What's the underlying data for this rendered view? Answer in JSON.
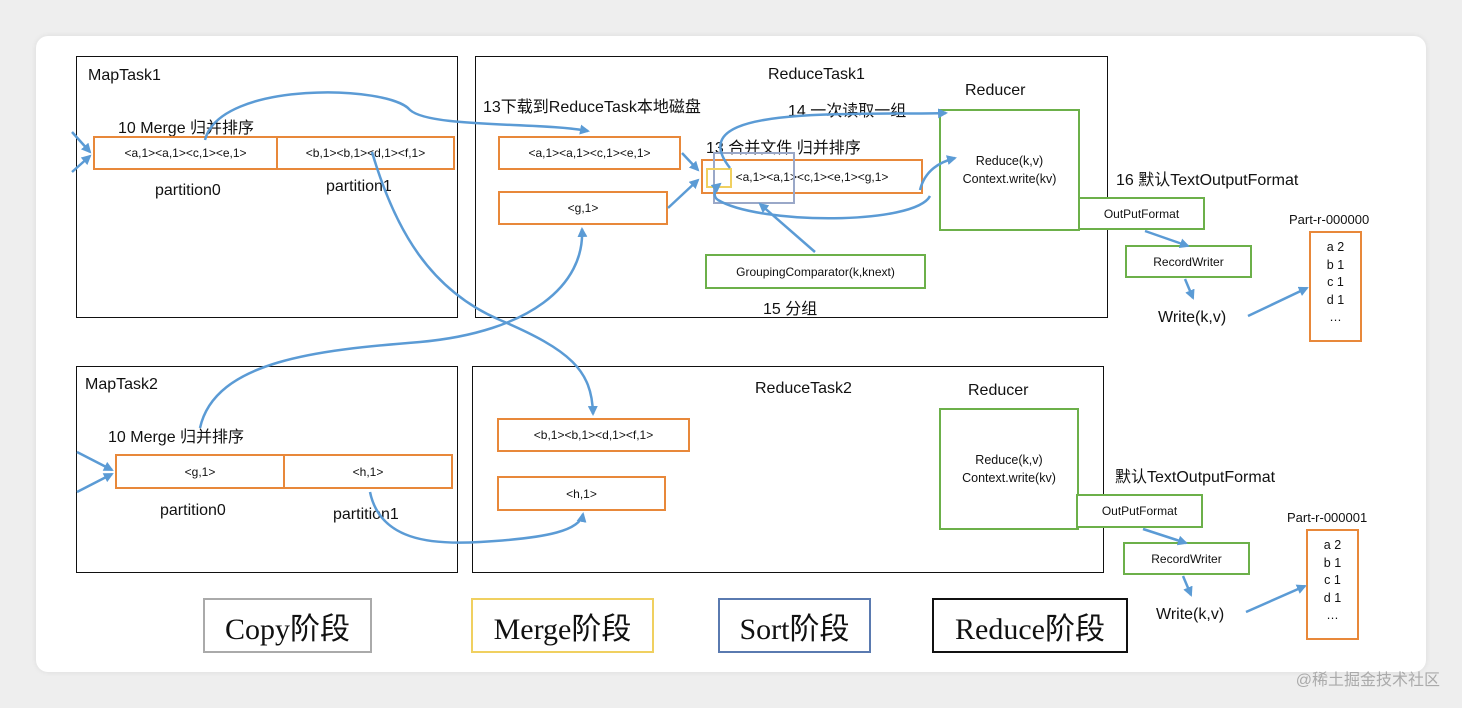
{
  "mapTask1": {
    "title": "MapTask1",
    "merge_label": "10 Merge 归并排序",
    "partition0_content": "<a,1><a,1><c,1><e,1>",
    "partition1_content": "<b,1><b,1><d,1><f,1>",
    "partition0_label": "partition0",
    "partition1_label": "partition1"
  },
  "mapTask2": {
    "title": "MapTask2",
    "merge_label": "10 Merge 归并排序",
    "partition0_content": "<g,1>",
    "partition1_content": "<h,1>",
    "partition0_label": "partition0",
    "partition1_label": "partition1"
  },
  "reduceTask1": {
    "title": "ReduceTask1",
    "download_label": "13下载到ReduceTask本地磁盘",
    "read_label": "14 一次读取一组",
    "merge_label": "13 合并文件 归并排序",
    "copy1": "<a,1><a,1><c,1><e,1>",
    "copy2": "<g,1>",
    "merged": "<a,1><a,1><c,1><e,1><g,1>",
    "grouping": "GroupingComparator(k,knext)",
    "group_label": "15 分组",
    "reducer_title": "Reducer",
    "reduce_line1": "Reduce(k,v)",
    "reduce_line2": "Context.write(kv)"
  },
  "reduceTask2": {
    "title": "ReduceTask2",
    "copy1": "<b,1><b,1><d,1><f,1>",
    "copy2": "<h,1>",
    "reducer_title": "Reducer",
    "reduce_line1": "Reduce(k,v)",
    "reduce_line2": "Context.write(kv)"
  },
  "output1": {
    "format_label": "16 默认TextOutputFormat",
    "outputformat": "OutPutFormat",
    "recordwriter": "RecordWriter",
    "write": "Write(k,v)",
    "file_name": "Part-r-000000",
    "lines": [
      "a 2",
      "b 1",
      "c 1",
      "d 1",
      "…"
    ]
  },
  "output2": {
    "format_label": "默认TextOutputFormat",
    "outputformat": "OutPutFormat",
    "recordwriter": "RecordWriter",
    "write": "Write(k,v)",
    "file_name": "Part-r-000001",
    "lines": [
      "a 2",
      "b 1",
      "c 1",
      "d 1",
      "…"
    ]
  },
  "legend": {
    "copy": "Copy阶段",
    "merge": "Merge阶段",
    "sort": "Sort阶段",
    "reduce": "Reduce阶段"
  },
  "colors": {
    "orange": "#e8883a",
    "green": "#6cb04a",
    "arrow_blue": "#5b9bd5",
    "copy_border": "#aaaaaa",
    "merge_border": "#f0d060",
    "sort_border": "#5a7ab0",
    "reduce_border": "#111111"
  },
  "watermark": "@稀土掘金技术社区"
}
